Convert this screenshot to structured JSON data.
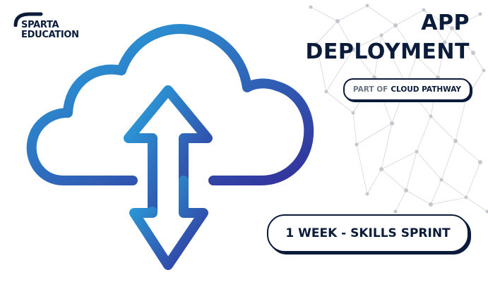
{
  "brand": {
    "line1": "SPARTA",
    "line2": "EDUCATION"
  },
  "title": {
    "line1": "APP",
    "line2": "DEPLOYMENT"
  },
  "pathway": {
    "prefix": "PART OF",
    "name": "CLOUD PATHWAY"
  },
  "sprint": {
    "label": "1 WEEK - SKILLS SPRINT"
  },
  "illustration": {
    "icon": "cloud-upload-download-icon",
    "gradient_start": "#2aa8e0",
    "gradient_end": "#33309a"
  },
  "colors": {
    "navy": "#0b1b3a",
    "muted": "#6b7686",
    "network": "#c9ccd2"
  }
}
